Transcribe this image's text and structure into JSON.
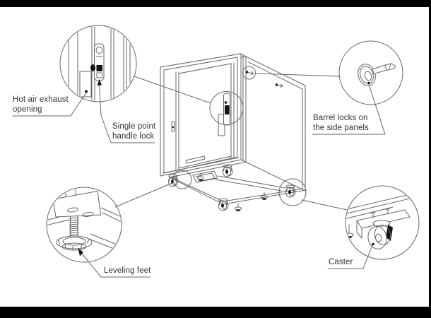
{
  "frame": {
    "background": "#ffffff",
    "letterbox_bar_color": "#000000"
  },
  "diagram": {
    "subject": "server cabinet exploded-detail line drawing",
    "colors": {
      "line": "#666666",
      "detail_fill": "#151515",
      "text": "#333333"
    },
    "labels": {
      "hot_air_exhaust": {
        "line1": "Hot air exhaust",
        "line2": "opening"
      },
      "single_point_handle_lock": {
        "line1": "Single point",
        "line2": "handle lock"
      },
      "barrel_locks": {
        "line1": "Barrel locks on",
        "line2": "the side panels"
      },
      "leveling_feet": {
        "text": "Leveling feet"
      },
      "caster": {
        "text": "Caster"
      }
    }
  }
}
